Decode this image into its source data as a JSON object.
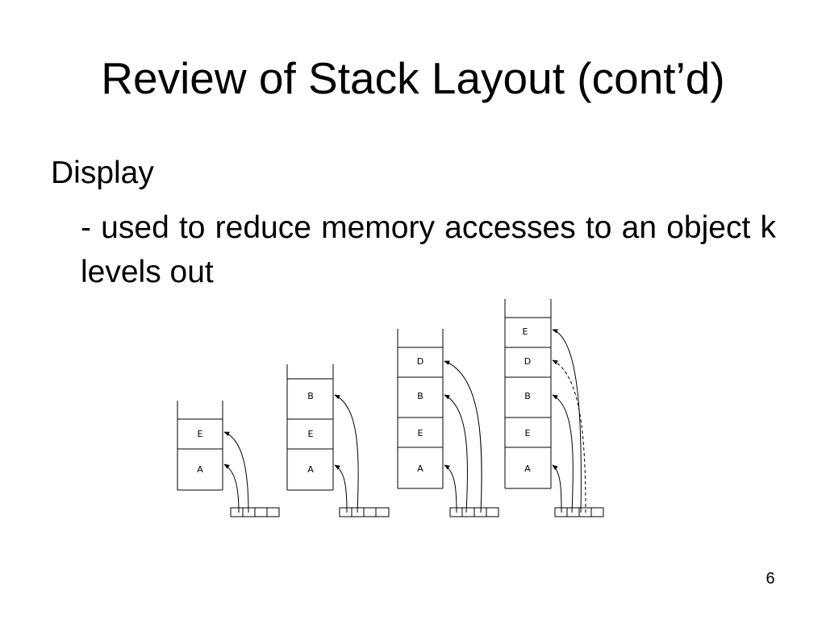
{
  "slide": {
    "title": "Review of Stack Layout (cont’d)",
    "heading": "Display",
    "body": "- used to reduce memory accesses to an object k levels out",
    "number": "6"
  },
  "diagram": {
    "stacks": [
      {
        "frames": [
          "A",
          "E"
        ]
      },
      {
        "frames": [
          "A",
          "E",
          "B"
        ]
      },
      {
        "frames": [
          "A",
          "E",
          "B",
          "D"
        ]
      },
      {
        "frames": [
          "A",
          "E",
          "B",
          "D",
          "E"
        ]
      }
    ],
    "display_cells": 4
  }
}
